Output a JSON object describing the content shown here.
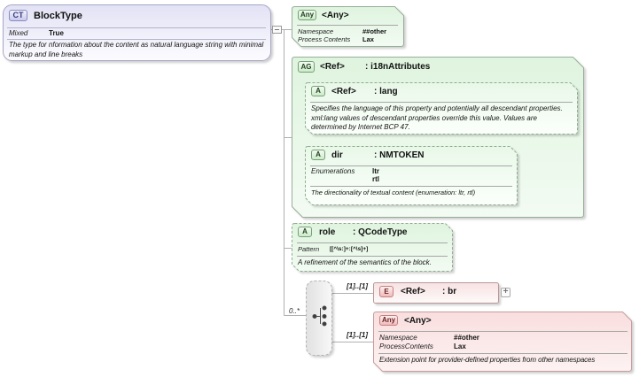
{
  "diagram": {
    "complex_type": {
      "badge": "CT",
      "title": "BlockType",
      "property_label": "Mixed",
      "property_value": "True",
      "description": "The type for nformation about the content as natural language string with minimal markup and line breaks"
    },
    "any_attribute": {
      "badge": "Any",
      "title": "<Any>",
      "rows": [
        {
          "label": "Namespace",
          "value": "##other"
        },
        {
          "label": "Process Contents",
          "value": "Lax"
        }
      ]
    },
    "attribute_group": {
      "badge": "AG",
      "name": "<Ref>",
      "type": ": i18nAttributes",
      "lang": {
        "badge": "A",
        "name": "<Ref>",
        "type": ": lang",
        "description": "Specifies the language of this property and potentially all descendant properties. xml:lang values of descendant properties override this value. Values are determined by Internet BCP 47."
      },
      "dir": {
        "badge": "A",
        "name": "dir",
        "type": ": NMTOKEN",
        "enumerations_label": "Enumerations",
        "enumerations": [
          "ltr",
          "rtl"
        ],
        "description": "The directionality of textual content (enumeration: ltr, rtl)"
      }
    },
    "role_attribute": {
      "badge": "A",
      "name": "role",
      "type": ": QCodeType",
      "pattern_label": "Pattern",
      "pattern_value": "[[^\\s:]+:[^\\s]+]",
      "description": "A refinement of the semantics of the block."
    },
    "choice": {
      "cardinality": "0..*",
      "branch_cardinality_br": "[1]..[1]",
      "branch_cardinality_any": "[1]..[1]"
    },
    "br_element": {
      "badge": "E",
      "name": "<Ref>",
      "type": ": br",
      "expand_label": "+"
    },
    "any_element": {
      "badge": "Any",
      "title": "<Any>",
      "rows": [
        {
          "label": "Namespace",
          "value": "##other"
        },
        {
          "label": "ProcessContents",
          "value": "Lax"
        }
      ],
      "description": "Extension point for provider-defined properties from other namespaces"
    }
  }
}
